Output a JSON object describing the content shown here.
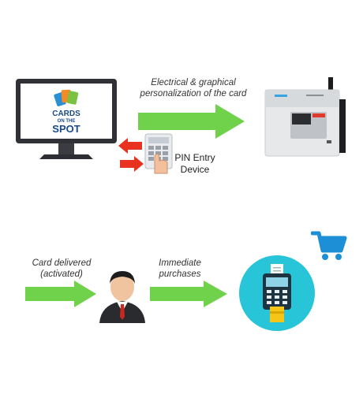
{
  "top_flow": {
    "arrow_caption_line1": "Electrical & graphical",
    "arrow_caption_line2": "personalization of the card",
    "pin_label_line1": "PIN  Entry",
    "pin_label_line2": "Device"
  },
  "logo": {
    "line1": "CARDS",
    "line2": "ON THE",
    "line3": "SPOT"
  },
  "bottom_flow": {
    "delivered_line1": "Card delivered",
    "delivered_line2": "(activated)",
    "purchases_line1": "Immediate",
    "purchases_line2": "purchases"
  },
  "colors": {
    "green_arrow": "#6fd24a",
    "red_arrow": "#e8321f",
    "cart_blue": "#1c8fd6",
    "pos_circle": "#28c4d8"
  },
  "icons": [
    "monitor-icon",
    "printer-icon",
    "keypad-icon",
    "person-icon",
    "shopping-cart-icon",
    "pos-terminal-icon"
  ]
}
